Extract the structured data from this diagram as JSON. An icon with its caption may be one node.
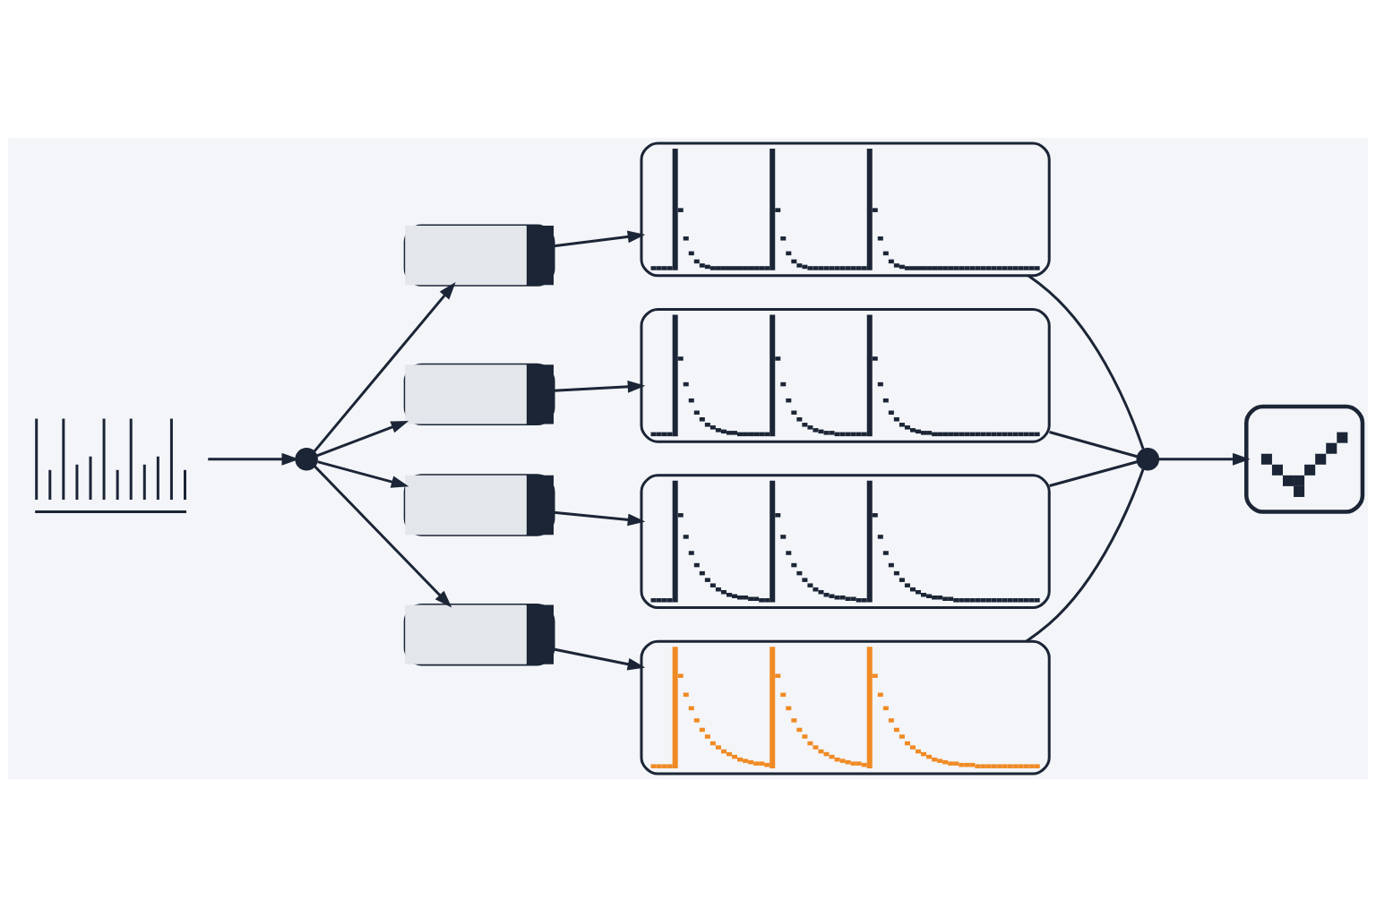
{
  "diagram": {
    "nodes": [
      {
        "text": [],
        "shape": "picture"
      },
      {
        "text": [],
        "shape": "circle"
      },
      {
        "text": [],
        "shape": "box"
      },
      {
        "text": [],
        "shape": "box"
      },
      {
        "text": [],
        "shape": "box"
      },
      {
        "text": [],
        "shape": "box"
      },
      {
        "text": [],
        "shape": "picture"
      },
      {
        "text": [],
        "shape": "picture"
      },
      {
        "text": [],
        "shape": "picture"
      },
      {
        "text": [],
        "shape": "picture"
      },
      {
        "text": [],
        "shape": "circle"
      },
      {
        "text": [],
        "shape": "picture"
      }
    ],
    "edges": [
      {
        "from": 0,
        "to": 1,
        "arrow": "to"
      },
      {
        "from": 1,
        "to": 2,
        "arrow": "to"
      },
      {
        "from": 1,
        "to": 3,
        "arrow": "to"
      },
      {
        "from": 1,
        "to": 4,
        "arrow": "to"
      },
      {
        "from": 1,
        "to": 5,
        "arrow": "to"
      },
      {
        "from": 2,
        "to": 6,
        "arrow": "to"
      },
      {
        "from": 3,
        "to": 7,
        "arrow": "to"
      },
      {
        "from": 4,
        "to": 8,
        "arrow": "to"
      },
      {
        "from": 5,
        "to": 9,
        "arrow": "to"
      },
      {
        "from": 6,
        "to": 10,
        "arrow": "none"
      },
      {
        "from": 7,
        "to": 10,
        "arrow": "none"
      },
      {
        "from": 8,
        "to": 10,
        "arrow": "none"
      },
      {
        "from": 9,
        "to": 10,
        "arrow": "none"
      },
      {
        "from": 10,
        "to": 11,
        "arrow": "to"
      }
    ]
  }
}
